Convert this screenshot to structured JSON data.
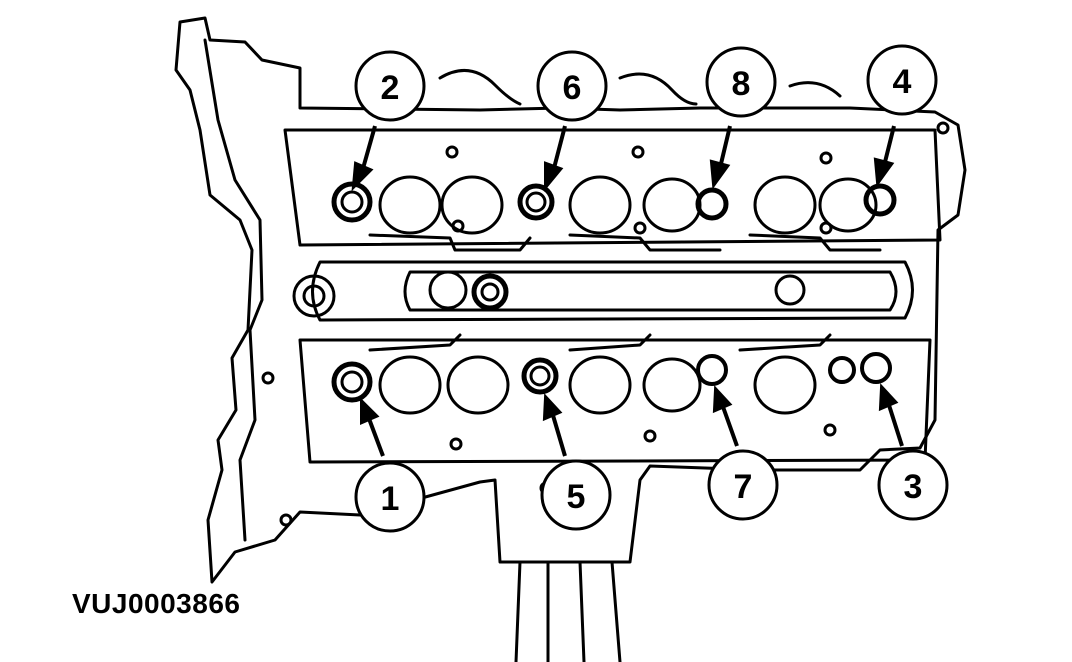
{
  "figure": {
    "reference_code": "VUJ0003866",
    "callouts": [
      {
        "label": "1"
      },
      {
        "label": "2"
      },
      {
        "label": "3"
      },
      {
        "label": "4"
      },
      {
        "label": "5"
      },
      {
        "label": "6"
      },
      {
        "label": "7"
      },
      {
        "label": "8"
      }
    ]
  },
  "colors": {
    "line": "#000000",
    "background": "#ffffff"
  },
  "icons": [
    "bolt-icon",
    "arrow-icon"
  ]
}
